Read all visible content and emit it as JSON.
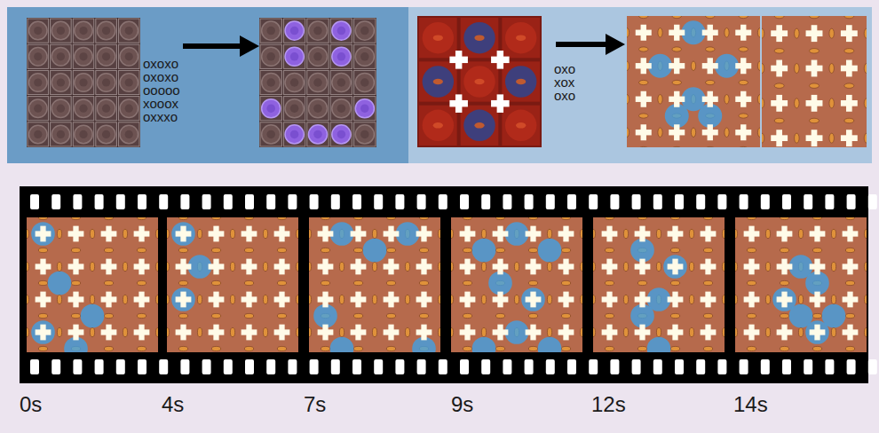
{
  "diagram": {
    "labels": [
      "oxoxo oxoxo ooooo xooox oxxxo",
      "oxo xox oxo",
      "0s",
      "4s",
      "7s",
      "9s",
      "12s",
      "14s"
    ]
  }
}
